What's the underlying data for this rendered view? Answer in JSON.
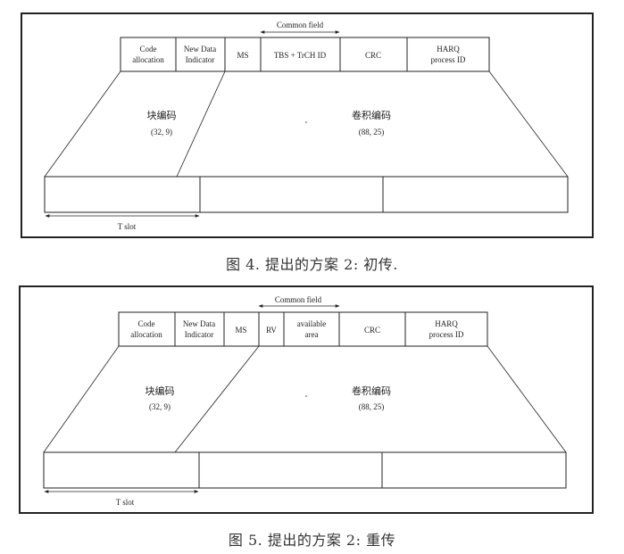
{
  "figure4": {
    "common_field": "Common field",
    "fields": {
      "code_allocation_line1": "Code",
      "code_allocation_line2": "allocation",
      "new_data_line1": "New Data",
      "new_data_line2": "Indicator",
      "ms": "MS",
      "tbs": "TBS + TrCH ID",
      "crc": "CRC",
      "harq_line1": "HARQ",
      "harq_line2": "process ID"
    },
    "block_code_label": "块编码",
    "block_code_params": "(32, 9)",
    "conv_code_label": "卷积编码",
    "conv_code_params": "(88, 25)",
    "tslot": "T slot",
    "caption": "图 4.  提出的方案 2:  初传."
  },
  "figure5": {
    "common_field": "Common field",
    "fields": {
      "code_allocation_line1": "Code",
      "code_allocation_line2": "allocation",
      "new_data_line1": "New Data",
      "new_data_line2": "Indicator",
      "ms": "MS",
      "rv": "RV",
      "available_line1": "available",
      "available_line2": "area",
      "crc": "CRC",
      "harq_line1": "HARQ",
      "harq_line2": "process ID"
    },
    "block_code_label": "块编码",
    "block_code_params": "(32, 9)",
    "conv_code_label": "卷积编码",
    "conv_code_params": "(88, 25)",
    "tslot": "T slot",
    "caption": "图 5.  提出的方案 2:  重传"
  }
}
